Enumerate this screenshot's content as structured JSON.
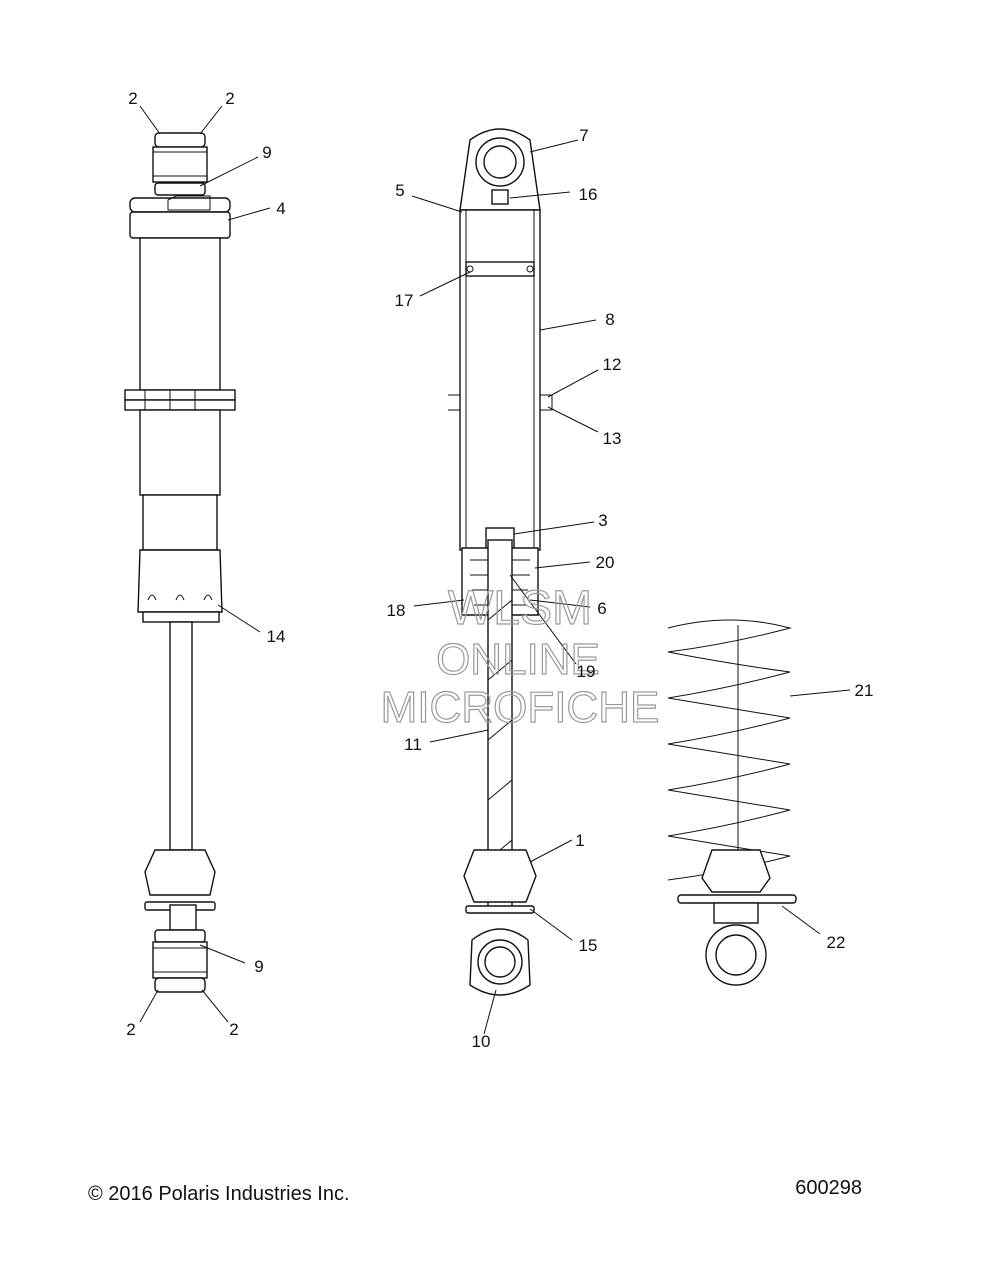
{
  "callouts": {
    "c_2a": "2",
    "c_2b": "2",
    "c_9a": "9",
    "c_4": "4",
    "c_14": "14",
    "c_9b": "9",
    "c_2c": "2",
    "c_2d": "2",
    "c_7": "7",
    "c_5": "5",
    "c_16": "16",
    "c_17": "17",
    "c_8": "8",
    "c_12": "12",
    "c_13": "13",
    "c_3": "3",
    "c_20": "20",
    "c_18": "18",
    "c_6": "6",
    "c_19": "19",
    "c_11": "11",
    "c_1": "1",
    "c_15": "15",
    "c_10": "10",
    "c_21": "21",
    "c_22": "22"
  },
  "watermark": {
    "line1": "WLSM",
    "line2": "ONLINE",
    "line3": "MICROFICHE"
  },
  "footer": {
    "copyright": "© 2016 Polaris Industries Inc.",
    "diagram_number": "600298"
  }
}
